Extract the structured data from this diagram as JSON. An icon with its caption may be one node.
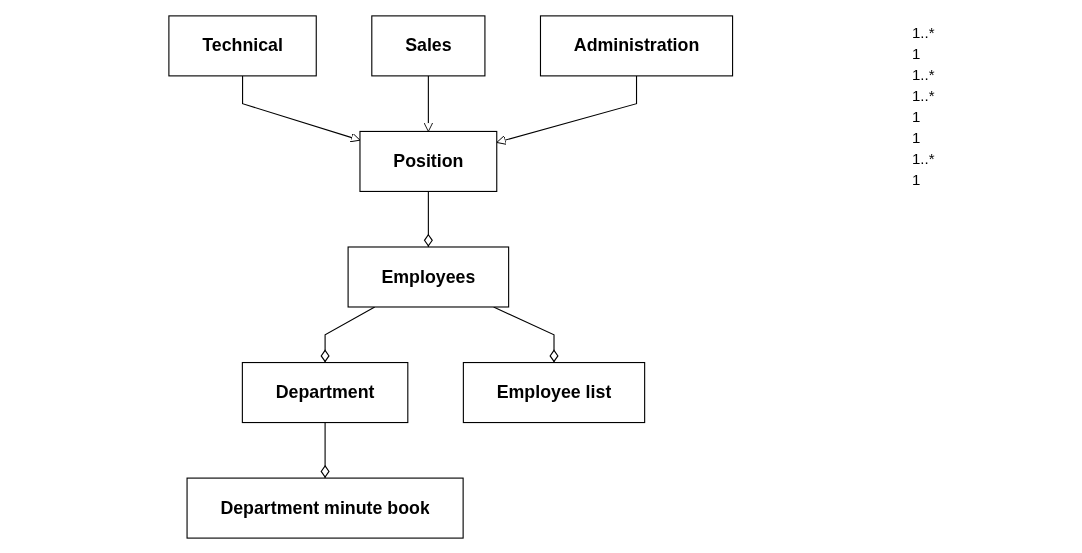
{
  "diagram": {
    "nodes": [
      {
        "text": [
          "Department"
        ]
      },
      {
        "text": [
          "Department minute book"
        ]
      },
      {
        "text": [
          "Position"
        ]
      },
      {
        "text": [
          "Employees"
        ]
      },
      {
        "text": [
          "Employee list"
        ]
      },
      {
        "text": [
          "Technical"
        ]
      },
      {
        "text": [
          "Sales"
        ]
      },
      {
        "text": [
          "Administration"
        ]
      }
    ],
    "edges": [
      {
        "from": 0,
        "to": 1,
        "arrow": "other"
      },
      {
        "from": 3,
        "to": 0,
        "arrow": "other"
      },
      {
        "from": 2,
        "to": 3,
        "arrow": "other"
      },
      {
        "from": 3,
        "to": 4,
        "arrow": "other"
      },
      {
        "from": 5,
        "to": 2,
        "arrow": "to"
      },
      {
        "from": 6,
        "to": 2,
        "arrow": "to"
      },
      {
        "from": 7,
        "to": 2,
        "arrow": "to"
      }
    ],
    "labels": [
      "1..*",
      "1",
      "1..*",
      "1..*",
      "1",
      "1",
      "1..*",
      "1"
    ]
  }
}
